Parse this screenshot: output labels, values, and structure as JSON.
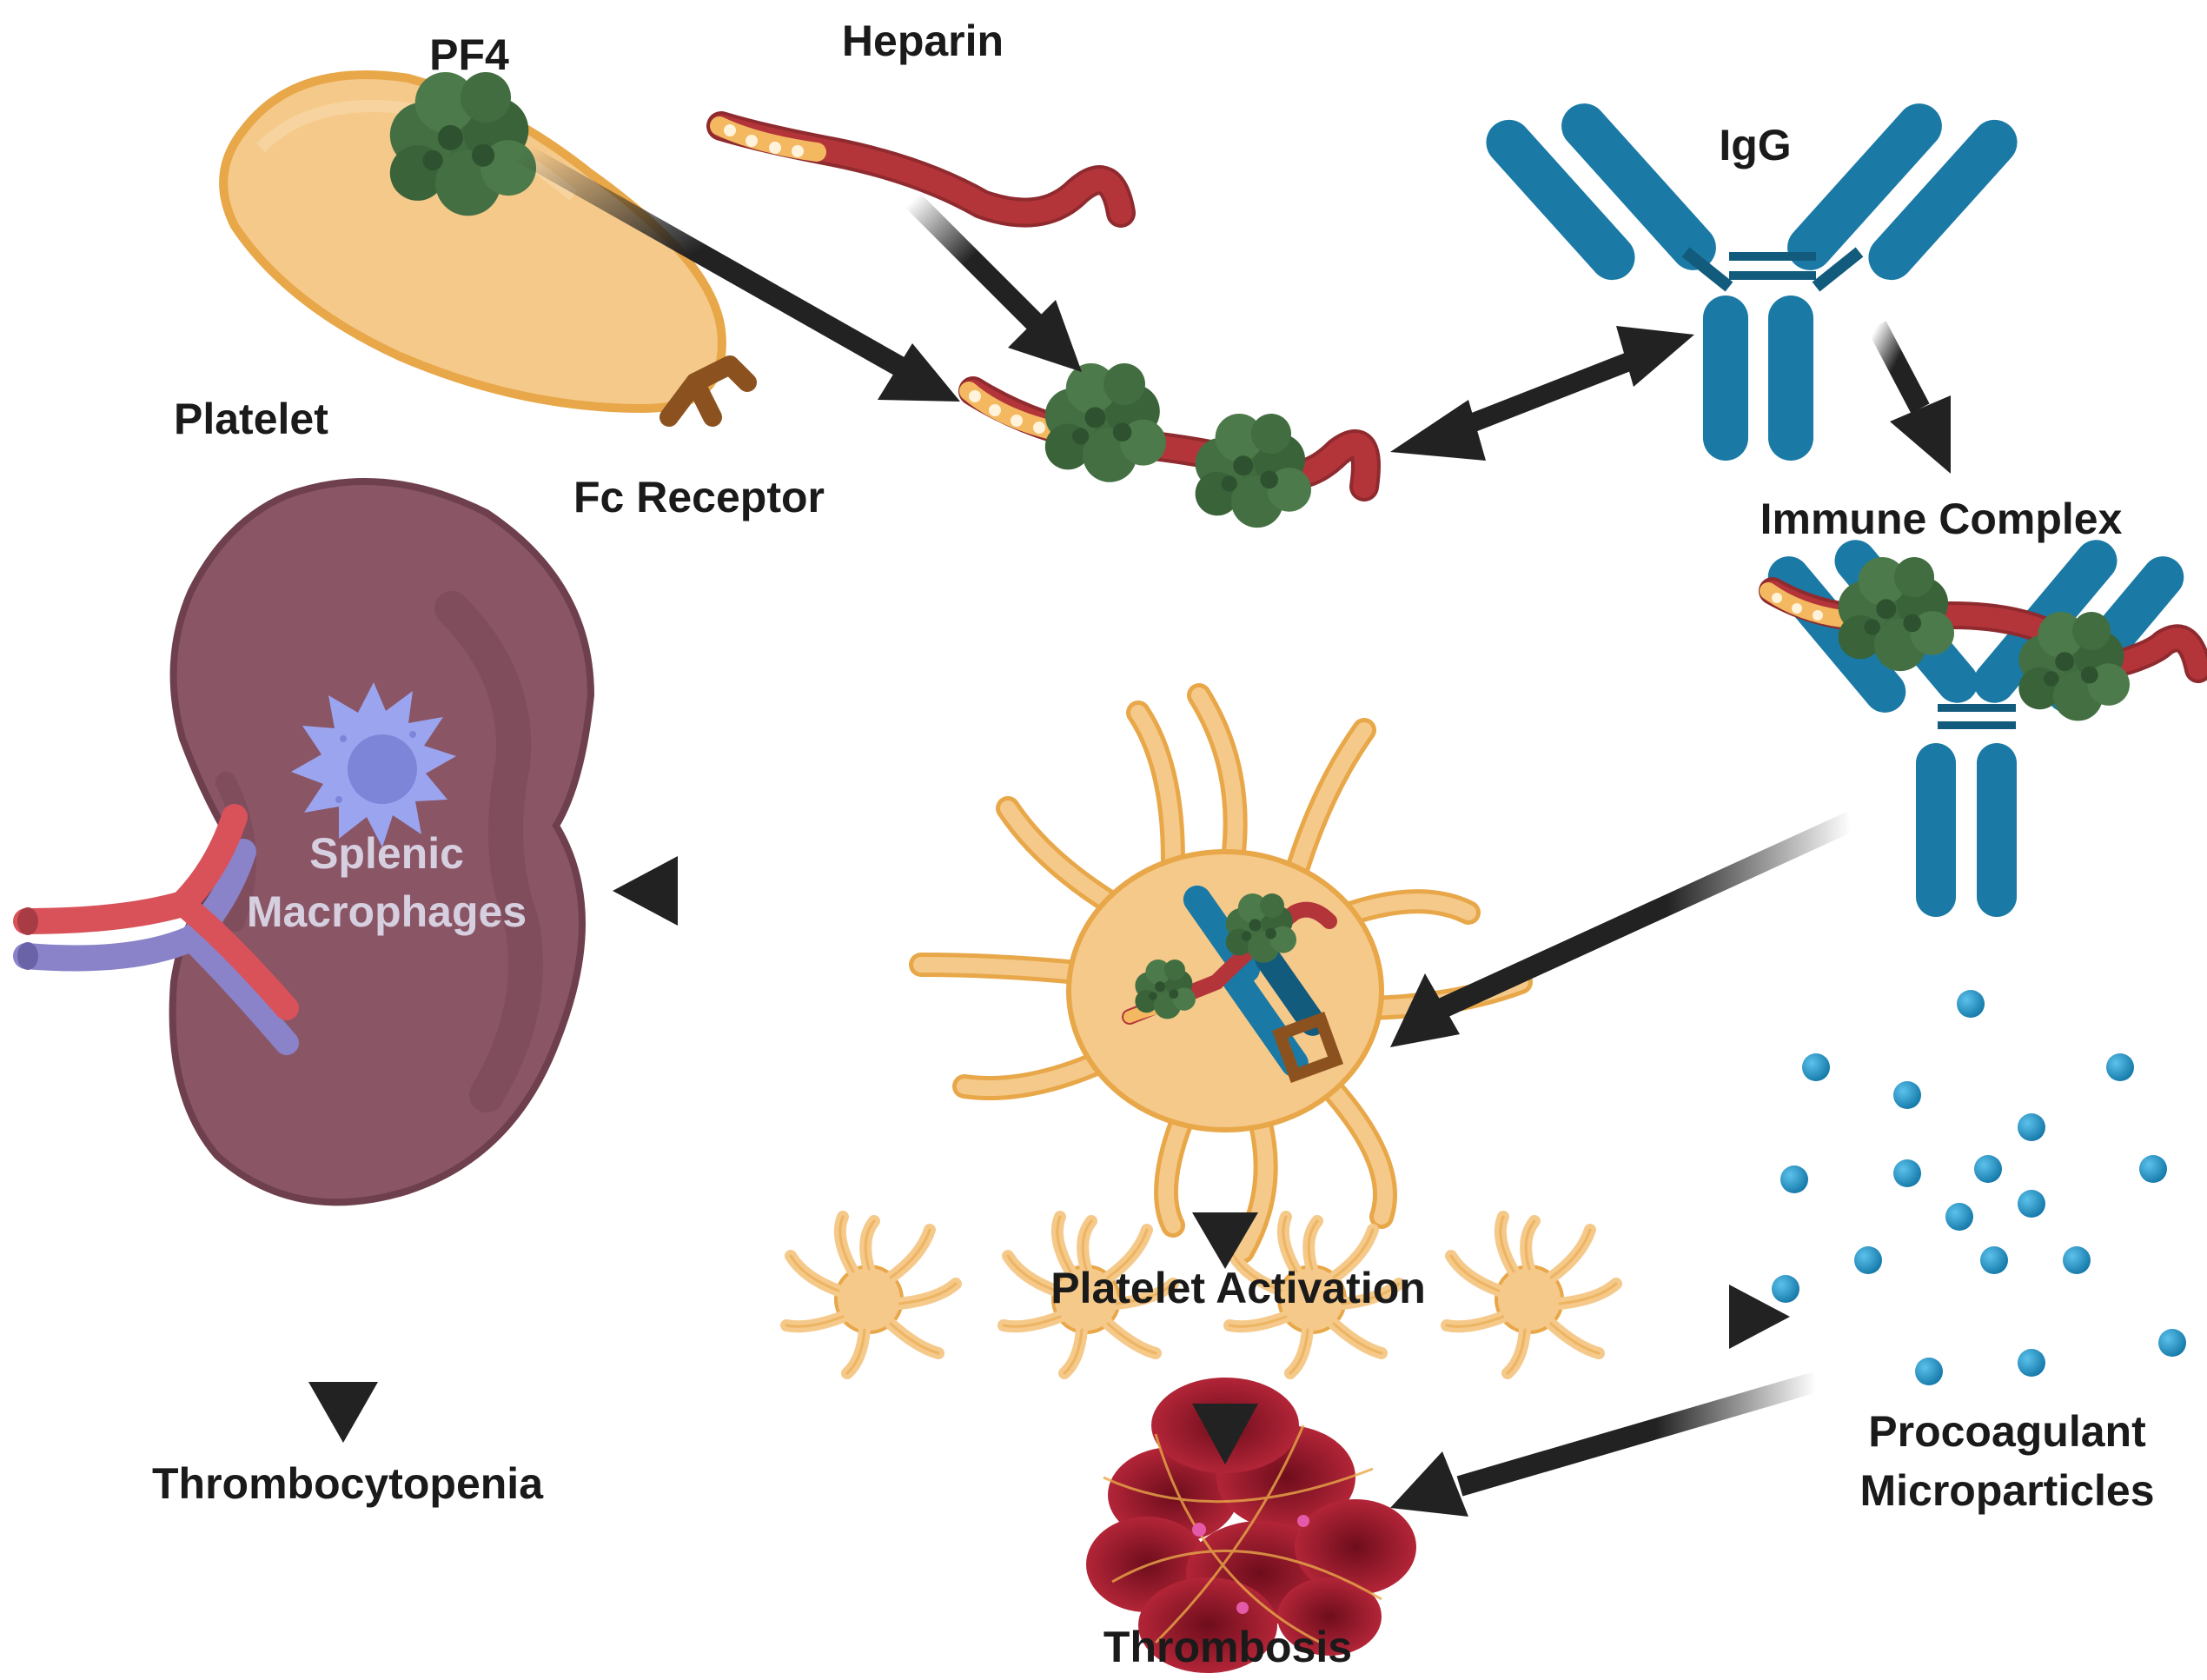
{
  "labels": {
    "pf4": "PF4",
    "heparin": "Heparin",
    "igg": "IgG",
    "platelet": "Platelet",
    "fc_receptor": "Fc Receptor",
    "immune_complex": "Immune Complex",
    "splenic_macrophages_line1": "Splenic",
    "splenic_macrophages_line2": "Macrophages",
    "platelet_activation": "Platelet Activation",
    "thrombocytopenia": "Thrombocytopenia",
    "procoagulant_line1": "Procoagulant",
    "procoagulant_line2": "Microparticles",
    "thrombosis": "Thrombosis"
  },
  "colors": {
    "platelet_fill": "#f5c98a",
    "platelet_stroke": "#e8a748",
    "pf4_green": "#3f6b3f",
    "heparin_red": "#b3353a",
    "heparin_bead": "#f4b860",
    "antibody_blue": "#1a7aa5",
    "antibody_dark": "#125b7d",
    "fc_brown": "#8b5220",
    "spleen_fill": "#8a5565",
    "spleen_dark": "#6e3f4d",
    "macrophage_blue": "#9ba5ef",
    "vessel_red": "#d9525a",
    "vessel_purple": "#8a83c9",
    "arrow_black": "#222222",
    "microparticle_blue": "#1f94c8",
    "thrombus_red": "#9c1b2c"
  },
  "icons": [
    "platelet-icon",
    "pf4-icon",
    "heparin-icon",
    "igg-antibody-icon",
    "fc-receptor-icon",
    "spleen-icon",
    "macrophage-icon",
    "activated-platelet-icon",
    "microparticle-icon",
    "thrombus-icon",
    "arrow-icon"
  ]
}
